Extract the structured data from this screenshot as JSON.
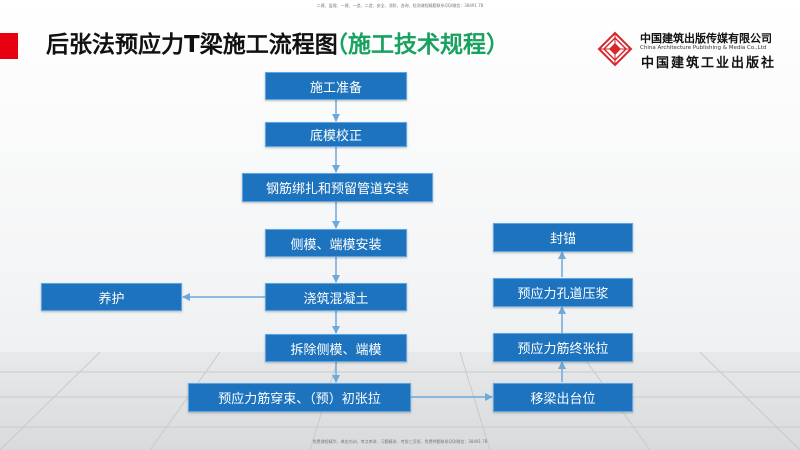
{
  "header": {
    "top_note": "二建、监理、一建、一造、二造、安全、消防、咨询、检测课程精题联系QQ/微信：38491 78",
    "title_main": "后张法预应力T梁施工流程图",
    "title_sub": "（施工技术规程）"
  },
  "publisher": {
    "name_cn": "中国建筑出版传媒有限公司",
    "name_en": "China Architecture Publishing & Media Co.,Ltd",
    "name_calligraphy": "中国建筑工业出版社"
  },
  "flowchart": {
    "steps": {
      "preparation": "施工准备",
      "bottom_form": "底模校正",
      "rebar": "钢筋绑扎和预留管道安装",
      "side_forms": "侧模、端模安装",
      "pour": "浇筑混凝土",
      "curing": "养护",
      "remove_forms": "拆除侧模、端模",
      "initial_tension": "预应力筋穿束、（预）初张拉",
      "move_beam": "移梁出台位",
      "final_tension": "预应力筋终张拉",
      "grouting": "预应力孔道压浆",
      "sealing": "封锚"
    }
  },
  "footer": {
    "bottom_note": "免费课程精华、典金内训、考点串讲、习题精讲、考前三页纸、免费押题联系QQ/微信：38491 78"
  },
  "colors": {
    "box_fill": "#1e73be",
    "arrow": "#6fa8dc",
    "accent_red": "#e60012",
    "subtitle_green": "#19a15f"
  }
}
